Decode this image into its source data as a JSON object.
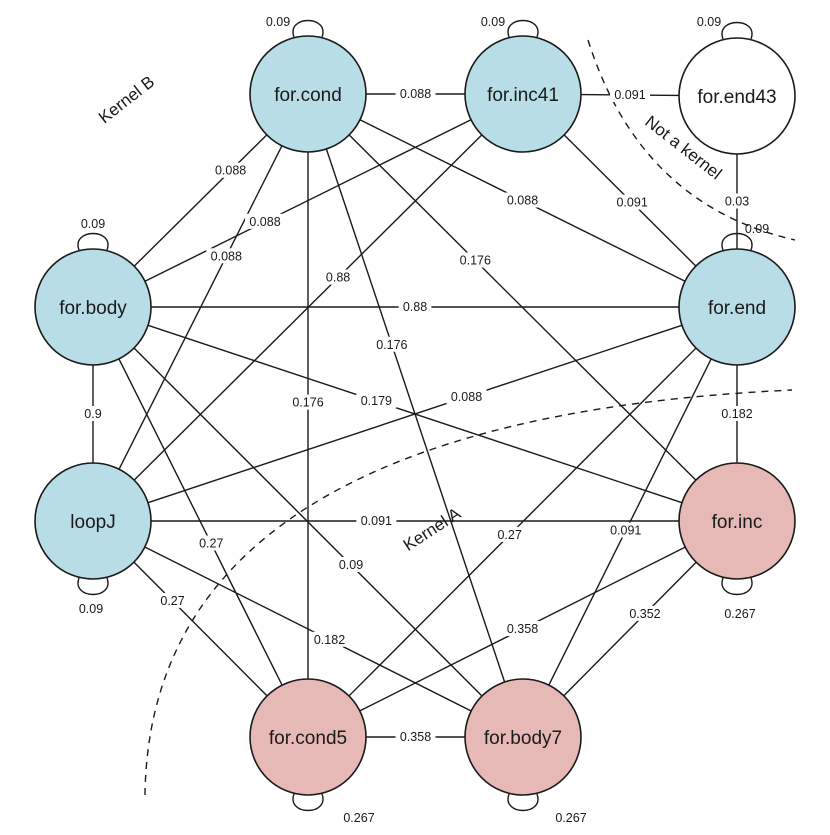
{
  "colors": {
    "kernel_b": "#b8dde6",
    "kernel_a": "#e6b9b7",
    "none": "#ffffff"
  },
  "nodes": [
    {
      "id": "for.cond",
      "label": "for.cond",
      "group": "kernel_b"
    },
    {
      "id": "for.inc41",
      "label": "for.inc41",
      "group": "kernel_b"
    },
    {
      "id": "for.end43",
      "label": "for.end43",
      "group": "none"
    },
    {
      "id": "for.body",
      "label": "for.body",
      "group": "kernel_b"
    },
    {
      "id": "for.end",
      "label": "for.end",
      "group": "kernel_b"
    },
    {
      "id": "loopJ",
      "label": "loopJ",
      "group": "kernel_b"
    },
    {
      "id": "for.inc",
      "label": "for.inc",
      "group": "kernel_a"
    },
    {
      "id": "for.cond5",
      "label": "for.cond5",
      "group": "kernel_a"
    },
    {
      "id": "for.body7",
      "label": "for.body7",
      "group": "kernel_a"
    }
  ],
  "self_loops": [
    {
      "node": "for.cond",
      "weight": "0.09"
    },
    {
      "node": "for.inc41",
      "weight": "0.09"
    },
    {
      "node": "for.end43",
      "weight": "0.09"
    },
    {
      "node": "for.body",
      "weight": "0.09"
    },
    {
      "node": "for.end",
      "weight": "0.09"
    },
    {
      "node": "loopJ",
      "weight": "0.09"
    },
    {
      "node": "for.inc",
      "weight": "0.267"
    },
    {
      "node": "for.cond5",
      "weight": "0.267"
    },
    {
      "node": "for.body7",
      "weight": "0.267"
    }
  ],
  "edges": [
    {
      "from": "for.cond",
      "to": "for.inc41",
      "weight": "0.088"
    },
    {
      "from": "for.inc41",
      "to": "for.end43",
      "weight": "0.091"
    },
    {
      "from": "for.end43",
      "to": "for.end",
      "weight": "0.03"
    },
    {
      "from": "for.cond",
      "to": "for.body",
      "weight": "0.088"
    },
    {
      "from": "for.inc41",
      "to": "for.body",
      "weight": "0.088"
    },
    {
      "from": "for.cond",
      "to": "for.end",
      "weight": "0.088"
    },
    {
      "from": "for.inc41",
      "to": "for.end",
      "weight": "0.091"
    },
    {
      "from": "for.cond",
      "to": "loopJ",
      "weight": "0.088"
    },
    {
      "from": "for.inc41",
      "to": "loopJ",
      "weight": "0.88"
    },
    {
      "from": "for.cond",
      "to": "for.inc",
      "weight": "0.176"
    },
    {
      "from": "for.cond",
      "to": "for.body7",
      "weight": "0.176"
    },
    {
      "from": "for.cond",
      "to": "for.cond5",
      "weight": "0.176"
    },
    {
      "from": "for.body",
      "to": "for.end",
      "weight": "0.88"
    },
    {
      "from": "for.body",
      "to": "loopJ",
      "weight": "0.9"
    },
    {
      "from": "for.body",
      "to": "for.inc",
      "weight": "0.179"
    },
    {
      "from": "loopJ",
      "to": "for.end",
      "weight": "0.088"
    },
    {
      "from": "for.end",
      "to": "for.inc",
      "weight": "0.182"
    },
    {
      "from": "for.end",
      "to": "for.cond5",
      "weight": "0.27"
    },
    {
      "from": "for.end",
      "to": "for.body7",
      "weight": "0.091"
    },
    {
      "from": "loopJ",
      "to": "for.inc",
      "weight": "0.091"
    },
    {
      "from": "for.body",
      "to": "for.cond5",
      "weight": "0.27"
    },
    {
      "from": "for.body",
      "to": "for.body7",
      "weight": "0.09"
    },
    {
      "from": "loopJ",
      "to": "for.cond5",
      "weight": "0.27"
    },
    {
      "from": "loopJ",
      "to": "for.body7",
      "weight": "0.182"
    },
    {
      "from": "for.inc",
      "to": "for.cond5",
      "weight": "0.358"
    },
    {
      "from": "for.inc",
      "to": "for.body7",
      "weight": "0.352"
    },
    {
      "from": "for.cond5",
      "to": "for.body7",
      "weight": "0.358"
    }
  ],
  "regions": {
    "kernel_a": "Kernel A",
    "kernel_b": "Kernel B",
    "not_kernel": "Not a kernel"
  }
}
